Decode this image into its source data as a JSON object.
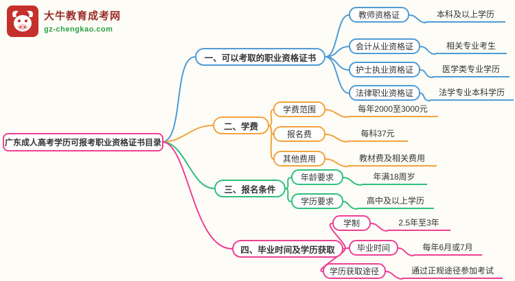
{
  "logo": {
    "title": "大牛教育成考网",
    "subtitle": "gz-chengkao.com"
  },
  "root": {
    "label": "广东成人高考学历可报考职业资格证书目录"
  },
  "colors": {
    "branch1": "#4d9bd5",
    "branch2": "#f2a33c",
    "branch3": "#2fbe7b",
    "branch4": "#ee3f94"
  },
  "branches": [
    {
      "label": "一、可以考取的职业资格证书",
      "color": "#4d9bd5",
      "children": [
        {
          "label": "教师资格证",
          "value": "本科及以上学历"
        },
        {
          "label": "会计从业资格证",
          "value": "相关专业考生"
        },
        {
          "label": "护士执业资格证",
          "value": "医学类专业学历"
        },
        {
          "label": "法律职业资格证",
          "value": "法学专业本科学历"
        }
      ]
    },
    {
      "label": "二、学费",
      "color": "#f2a33c",
      "children": [
        {
          "label": "学费范围",
          "value": "每年2000至3000元"
        },
        {
          "label": "报名费",
          "value": "每科37元"
        },
        {
          "label": "其他费用",
          "value": "教材费及相关费用"
        }
      ]
    },
    {
      "label": "三、报名条件",
      "color": "#2fbe7b",
      "children": [
        {
          "label": "年龄要求",
          "value": "年满18周岁"
        },
        {
          "label": "学历要求",
          "value": "高中及以上学历"
        }
      ]
    },
    {
      "label": "四、毕业时间及学历获取",
      "color": "#ee3f94",
      "children": [
        {
          "label": "学制",
          "value": "2.5年至3年"
        },
        {
          "label": "毕业时间",
          "value": "每年6月或7月"
        },
        {
          "label": "学历获取途径",
          "value": "通过正规途径参加考试"
        }
      ]
    }
  ]
}
